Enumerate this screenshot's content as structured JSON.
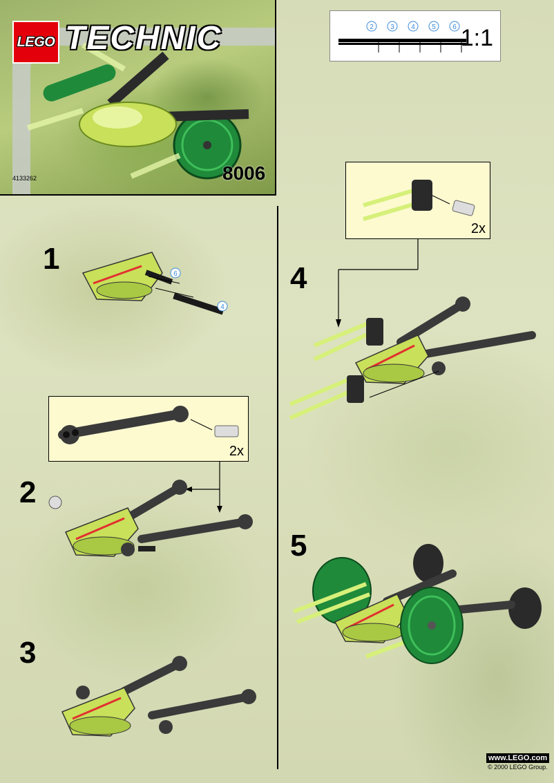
{
  "cover": {
    "logo_text": "LEGO",
    "brand": "TECHNIC",
    "set_number": "8006",
    "code": "4133262"
  },
  "ruler": {
    "marks": [
      "2",
      "3",
      "4",
      "5",
      "6"
    ],
    "scale": "1:1"
  },
  "steps": [
    {
      "number": "1",
      "callouts": [
        "6",
        "4"
      ]
    },
    {
      "number": "2",
      "multiplier": "2x"
    },
    {
      "number": "3"
    },
    {
      "number": "4",
      "multiplier": "2x"
    },
    {
      "number": "5"
    }
  ],
  "footer": {
    "url": "www.LEGO.com",
    "copyright": "© 2000 LEGO Group."
  },
  "colors": {
    "lime": "#c8e05a",
    "green": "#1f8a3a",
    "dark_gray": "#3a3a3a",
    "inset_bg": "#fdfad0",
    "lego_red": "#e3000b"
  }
}
